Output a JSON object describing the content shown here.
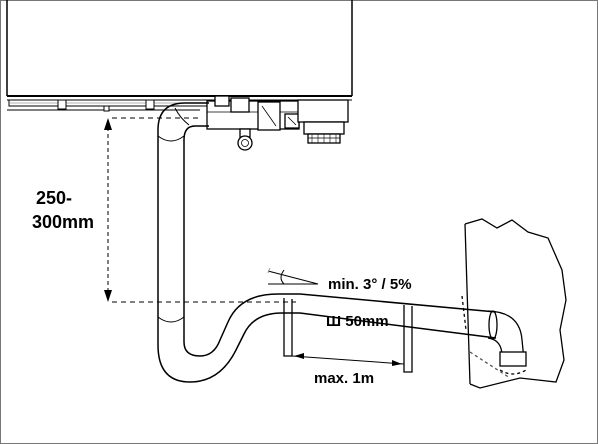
{
  "labels": {
    "height_top": "250-",
    "height_bottom": "300mm",
    "slope": "min. 3° / 5%",
    "diameter": "Ш 50mm",
    "max_distance": "max. 1m"
  }
}
